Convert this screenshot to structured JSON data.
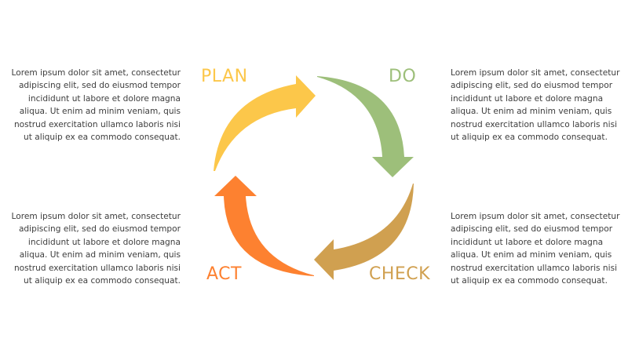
{
  "stages": [
    {
      "label": "PLAN",
      "color": "#fcc74a",
      "text": "Lorem ipsum dolor sit amet, consectetur adipiscing elit, sed do eiusmod tempor incididunt ut labore et dolore magna aliqua. Ut enim ad minim veniam, quis nostrud exercitation ullamco laboris nisi ut aliquip ex ea commodo consequat."
    },
    {
      "label": "DO",
      "color": "#9dbf7a",
      "text": "Lorem ipsum dolor sit amet, consectetur adipiscing elit, sed do eiusmod tempor incididunt ut labore et dolore magna aliqua. Ut enim ad minim veniam, quis nostrud exercitation ullamco laboris nisi ut aliquip ex ea commodo consequat."
    },
    {
      "label": "CHECK",
      "color": "#d0a050",
      "text": "Lorem ipsum dolor sit amet, consectetur adipiscing elit, sed do eiusmod tempor incididunt ut labore et dolore magna aliqua. Ut enim ad minim veniam, quis nostrud exercitation ullamco laboris nisi ut aliquip ex ea commodo consequat."
    },
    {
      "label": "ACT",
      "color": "#fd8130",
      "text": "Lorem ipsum dolor sit amet, consectetur adipiscing elit, sed do eiusmod tempor incididunt ut labore et dolore magna aliqua. Ut enim ad minim veniam, quis nostrud exercitation ullamco laboris nisi ut aliquip ex ea commodo consequat."
    }
  ]
}
